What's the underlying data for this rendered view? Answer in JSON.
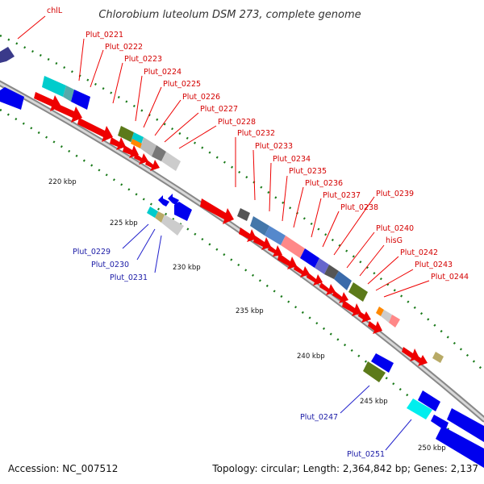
{
  "title": "Chlorobium luteolum DSM 273, complete genome",
  "footer": {
    "accession": "Accession: NC_007512",
    "summary": "Topology: circular; Length: 2,364,842 bp; Genes: 2,137"
  },
  "colors": {
    "forward_label": "#d40000",
    "reverse_label": "#1a1aa6",
    "cds_forward": "#ee0000",
    "cds_reverse": "#0000ee",
    "backbone": "#888888",
    "tick": "#1a7a1a",
    "leader": "#ee0000",
    "leader_reverse": "#2222cc"
  },
  "scale": {
    "tick_labels": [
      "220 kbp",
      "225 kbp",
      "230 kbp",
      "235 kbp",
      "240 kbp",
      "245 kbp",
      "250 kbp"
    ]
  },
  "labels": {
    "forward": [
      "chlL",
      "Plut_0221",
      "Plut_0222",
      "Plut_0223",
      "Plut_0224",
      "Plut_0225",
      "Plut_0226",
      "Plut_0227",
      "Plut_0228",
      "Plut_0232",
      "Plut_0233",
      "Plut_0234",
      "Plut_0235",
      "Plut_0236",
      "Plut_0237",
      "Plut_0238",
      "Plut_0239",
      "Plut_0240",
      "hisG",
      "Plut_0242",
      "Plut_0243",
      "Plut_0244"
    ],
    "reverse": [
      "Plut_0229",
      "Plut_0230",
      "Plut_0231",
      "Plut_0247",
      "Plut_0251"
    ]
  }
}
